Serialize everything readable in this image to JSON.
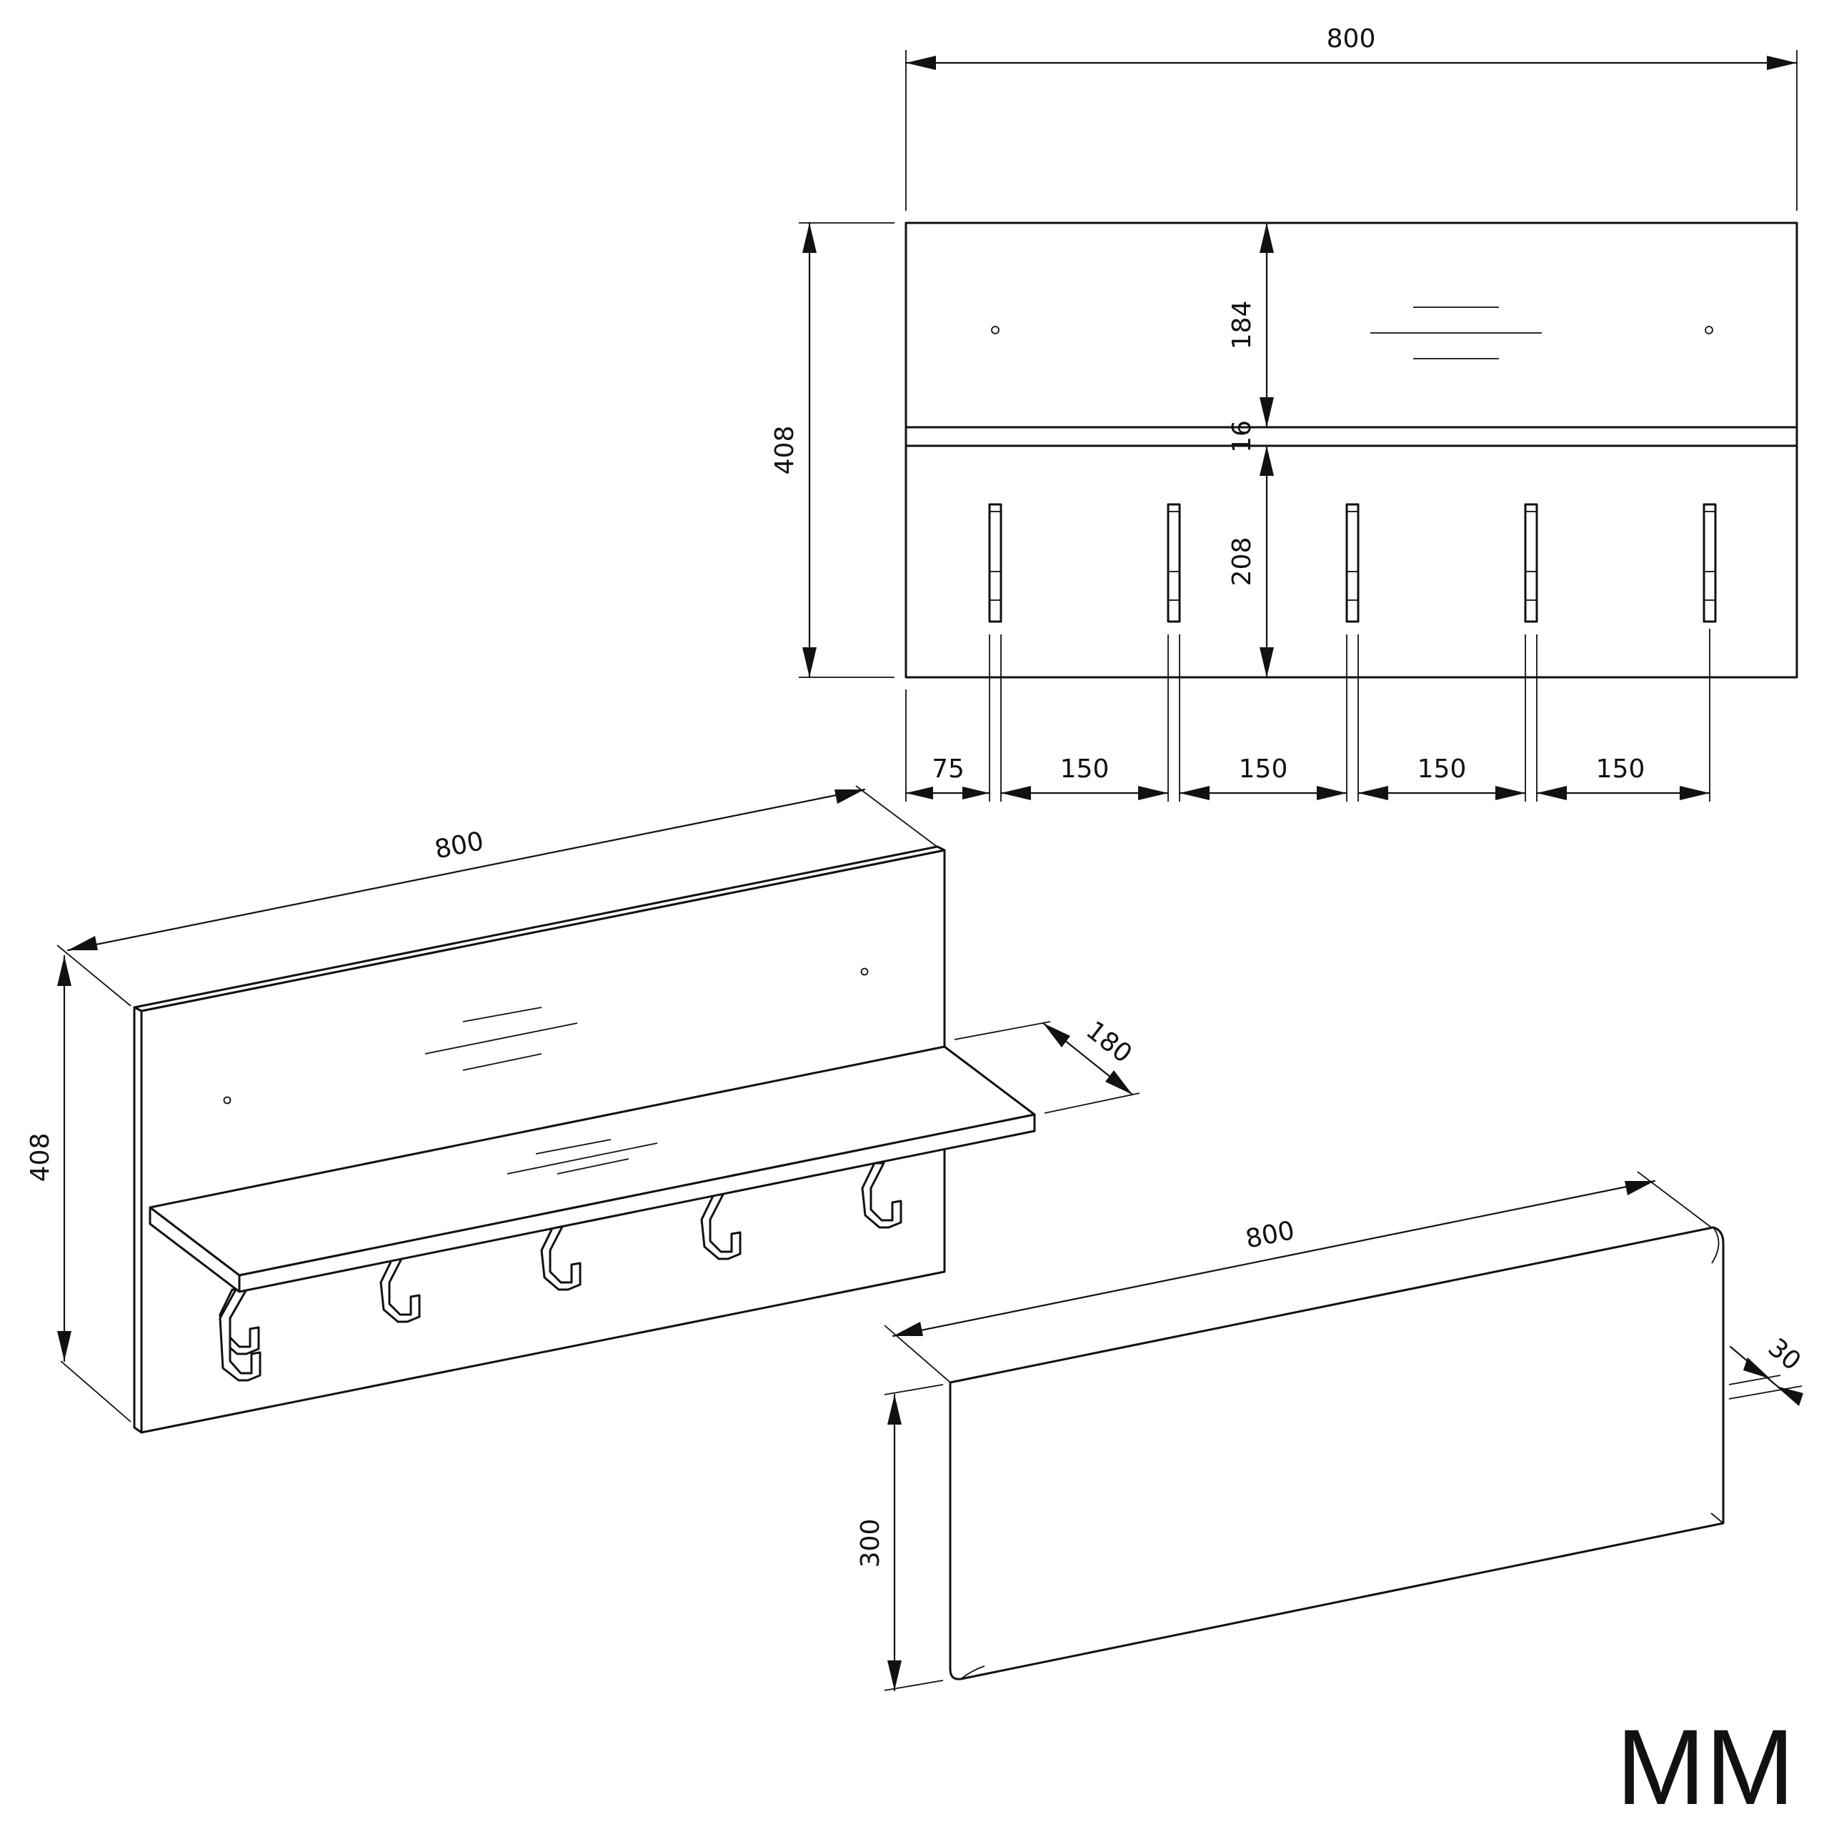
{
  "front_view": {
    "width": "800",
    "height": "408",
    "upper": "184",
    "shelf": "16",
    "lower": "208",
    "hook_spacing": [
      "75",
      "150",
      "150",
      "150",
      "150"
    ]
  },
  "iso_view": {
    "width": "800",
    "height": "408",
    "depth": "180"
  },
  "panel": {
    "width": "800",
    "height": "300",
    "thickness": "30"
  },
  "unit": "MM",
  "colors": {
    "line": "#111111",
    "background": "#ffffff"
  }
}
